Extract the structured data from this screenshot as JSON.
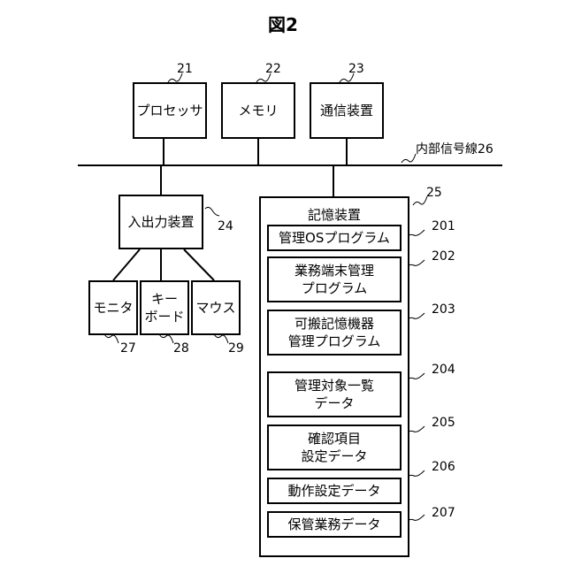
{
  "figure": {
    "title": "図2"
  },
  "bus": {
    "label": "内部信号線26"
  },
  "top_units": [
    {
      "name": "プロセッサ",
      "ref": "21"
    },
    {
      "name": "メモリ",
      "ref": "22"
    },
    {
      "name": "通信装置",
      "ref": "23"
    }
  ],
  "io": {
    "name": "入出力装置",
    "ref": "24"
  },
  "peripherals": [
    {
      "name": "モニタ",
      "ref": "27"
    },
    {
      "name": "キー\nボード",
      "ref": "28"
    },
    {
      "name": "マウス",
      "ref": "29"
    }
  ],
  "storage": {
    "title": "記憶装置",
    "ref": "25",
    "items": [
      {
        "name": "管理OSプログラム",
        "ref": "201"
      },
      {
        "name": "業務端末管理\nプログラム",
        "ref": "202"
      },
      {
        "name": "可搬記憶機器\n管理プログラム",
        "ref": "203"
      },
      {
        "name": "管理対象一覧\nデータ",
        "ref": "204"
      },
      {
        "name": "確認項目\n設定データ",
        "ref": "205"
      },
      {
        "name": "動作設定データ",
        "ref": "206"
      },
      {
        "name": "保管業務データ",
        "ref": "207"
      }
    ]
  }
}
